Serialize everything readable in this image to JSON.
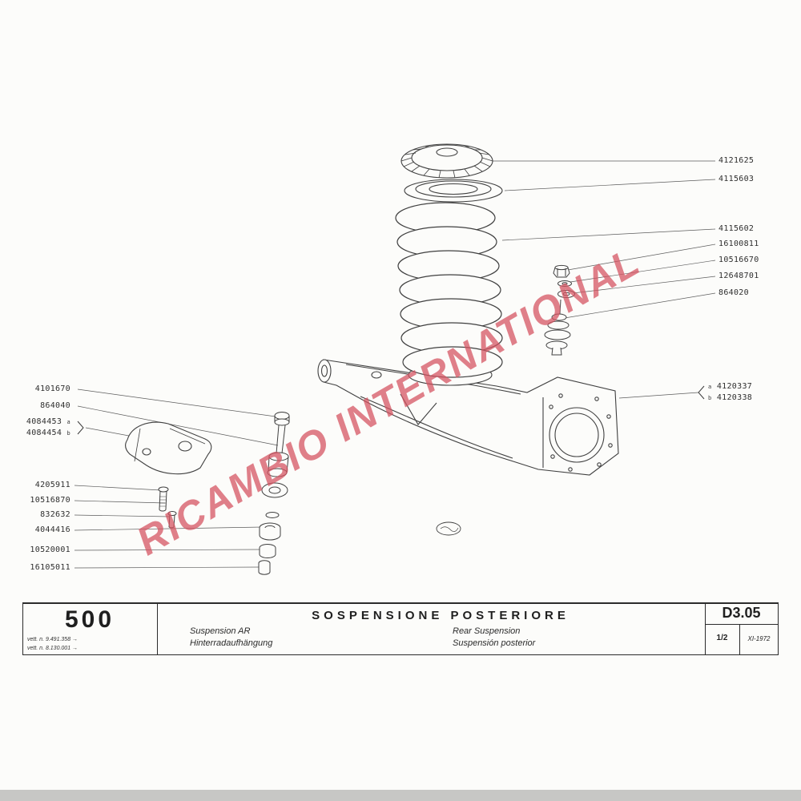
{
  "watermark": {
    "text": "RICAMBIO INTERNATIONAL"
  },
  "parts_right": [
    {
      "label": "4121625"
    },
    {
      "label": "4115603"
    },
    {
      "label": "4115602"
    },
    {
      "label": "16100811"
    },
    {
      "label": "10516670"
    },
    {
      "label": "12648701"
    },
    {
      "label": "864020"
    },
    {
      "prefix": "a",
      "label": "4120337"
    },
    {
      "prefix": "b",
      "label": "4120338"
    }
  ],
  "parts_left": [
    {
      "label": "4101670"
    },
    {
      "label": "864040"
    },
    {
      "label": "4084453",
      "suffix": "a"
    },
    {
      "label": "4084454",
      "suffix": "b"
    },
    {
      "label": "4205911"
    },
    {
      "label": "10516870"
    },
    {
      "label": "832632"
    },
    {
      "label": "4044416"
    },
    {
      "label": "10520001"
    },
    {
      "label": "16105011"
    }
  ],
  "title_block": {
    "model": "500",
    "note_line1": "vett. n. 9.491.358 →",
    "note_line2": "vett. n. 8.130.001 →",
    "lang_left1": "Suspension AR",
    "lang_left2": "Hinterradaufhängung",
    "title": "SOSPENSIONE POSTERIORE",
    "lang_right1": "Rear Suspension",
    "lang_right2": "Suspensión posterior",
    "plate_code": "D3.05",
    "sheet": "1/2",
    "date": "XI-1972"
  }
}
